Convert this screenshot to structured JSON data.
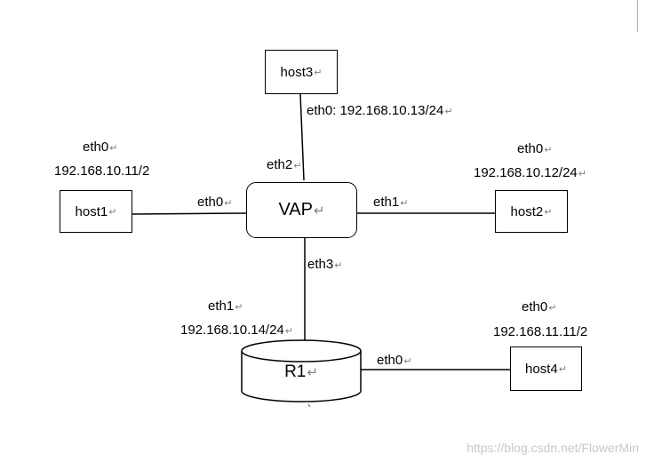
{
  "paragraph_mark": "↵",
  "nodes": {
    "host3": "host3",
    "host1": "host1",
    "host2": "host2",
    "host4": "host4",
    "vap": "VAP",
    "r1": "R1"
  },
  "labels": {
    "host3_eth0": "eth0: 192.168.10.13/24",
    "vap_eth2": "eth2",
    "host1_eth0": "eth0",
    "host1_ip": "192.168.10.11/2",
    "vap_eth0": "eth0",
    "vap_eth1": "eth1",
    "host2_eth0": "eth0",
    "host2_ip": "192.168.10.12/24",
    "vap_eth3": "eth3",
    "r1_eth1": "eth1",
    "r1_ip": "192.168.10.14/24",
    "r1_eth0": "eth0",
    "host4_eth0": "eth0",
    "host4_ip": "192.168.11.11/2"
  },
  "watermark": "https://blog.csdn.net/FlowerMin"
}
